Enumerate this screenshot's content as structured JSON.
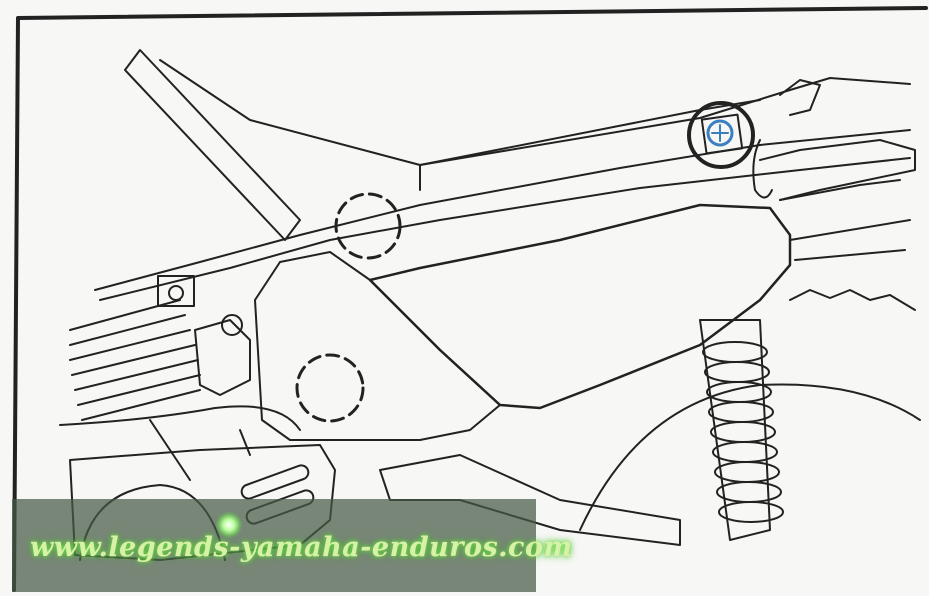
{
  "watermark": {
    "text": "www.legends-yamaha-enduros.com"
  },
  "colors": {
    "line": "#222222",
    "paper": "#f7f7f5",
    "watermark_bg": "#465a46",
    "watermark_text": "#d7f2a8",
    "screw_highlight": "#3a7fbf"
  },
  "icons": {
    "highlighted_fastener": "screw-highlight-circle",
    "hidden_fasteners": "dashed-circle"
  }
}
